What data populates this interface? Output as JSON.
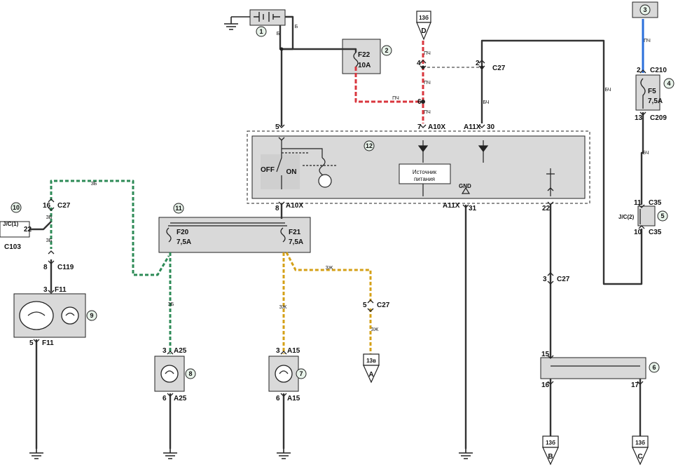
{
  "colors": {
    "box_fill": "#d9d9d9",
    "wire": "#333333",
    "wire_red": "#d9363e",
    "wire_green": "#2e8b57",
    "wire_yellow": "#d4a017",
    "wire_blue": "#2a6fdb",
    "callout": "#e8f3ea"
  },
  "callouts": {
    "c1": "1",
    "c2": "2",
    "c3": "3",
    "c4": "4",
    "c5": "5",
    "c6": "6",
    "c7": "7",
    "c8": "8",
    "c9": "9",
    "c10": "10",
    "c11": "11",
    "c12": "12"
  },
  "refs": {
    "r13b_top": "13б",
    "r13b_b": "13б",
    "r13b_c": "13б",
    "r13v": "13в"
  },
  "ref_letters": {
    "D": "D",
    "A": "A",
    "B": "B",
    "C": "C"
  },
  "fuses": {
    "f22_name": "F22",
    "f22_val": "10A",
    "f5_name": "F5",
    "f5_val": "7,5A",
    "f20_name": "F20",
    "f20_val": "7,5A",
    "f21_name": "F21",
    "f21_val": "7,5A"
  },
  "connectors": {
    "c27_top": "C27",
    "c210": "C210",
    "c209": "C209",
    "a10x_top": "A10X",
    "a11x_top": "A11X",
    "a10x_bot": "A10X",
    "a11x_bot": "A11X",
    "gnd": "GND",
    "c35_top": "C35",
    "c35_bot": "C35",
    "jc2": "J/C(2)",
    "jc1": "J/C(1)",
    "c103": "C103",
    "c27_left": "C27",
    "c119": "C119",
    "f11_top": "F11",
    "f11_bot": "F11",
    "a25_top": "A25",
    "a25_bot": "A25",
    "a15_top": "A15",
    "a15_bot": "A15",
    "c27_mid": "C27",
    "c27_right": "C27"
  },
  "pins": {
    "p4": "4",
    "p2": "2",
    "p6": "6",
    "p5": "5",
    "p7": "7",
    "p30": "30",
    "p8": "8",
    "p31": "31",
    "p22": "22",
    "p2b": "2",
    "p13": "13",
    "p11": "11",
    "p10": "10",
    "p16": "16",
    "p22b": "22",
    "p8b": "8",
    "p3": "3",
    "p5b": "5",
    "p3a": "3",
    "p6a": "6",
    "p3b": "3",
    "p6b": "6",
    "p5c": "5",
    "p3c": "3",
    "p15": "15",
    "p16b": "16",
    "p17": "17"
  },
  "module": {
    "power_line1": "Источник",
    "power_line2": "питания",
    "off": "OFF",
    "on": "ON"
  },
  "wire_codes": {
    "b1": "Б",
    "b2": "Б",
    "pch1": "ПЧ",
    "pch2": "ПЧ",
    "pch3": "ПЧ",
    "pch4": "ПЧ",
    "bch1": "БЧ",
    "bch2": "БЧ",
    "pch_r": "ПЧ",
    "bch_r": "БЧ",
    "zb1": "ЗБ",
    "zb2": "ЗБ",
    "zb3": "ЗБ",
    "zb4": "ЗБ",
    "zzh1": "ЗЖ",
    "zzh2": "ЗЖ",
    "zzh3": "ЗЖ"
  }
}
